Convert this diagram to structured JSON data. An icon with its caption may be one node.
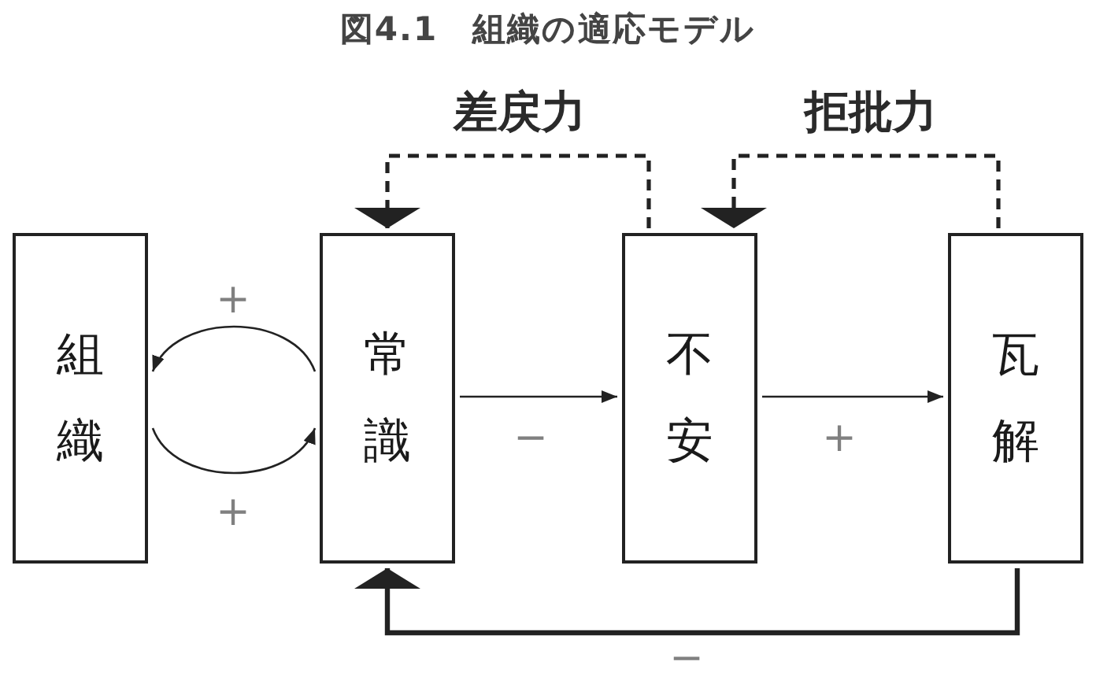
{
  "diagram": {
    "title": "図4.1　組織の適応モデル",
    "nodes": [
      {
        "text": [
          "組織"
        ]
      },
      {
        "text": [
          "常識"
        ]
      },
      {
        "text": [
          "不安"
        ]
      },
      {
        "text": [
          "瓦解"
        ]
      }
    ],
    "edges": [
      {
        "from": 1,
        "to": 0,
        "arrow": "to",
        "label": "+"
      },
      {
        "from": 0,
        "to": 1,
        "arrow": "to",
        "label": "+"
      },
      {
        "from": 1,
        "to": 2,
        "arrow": "to",
        "label": "−"
      },
      {
        "from": 2,
        "to": 3,
        "arrow": "to",
        "label": "+"
      },
      {
        "from": 2,
        "to": 1,
        "arrow": "to",
        "label": "差戻力",
        "style": "dashed"
      },
      {
        "from": 3,
        "to": 2,
        "arrow": "to",
        "label": "拒批力",
        "style": "dashed"
      },
      {
        "from": 3,
        "to": 1,
        "arrow": "to",
        "label": "−",
        "style": "thick"
      }
    ]
  }
}
